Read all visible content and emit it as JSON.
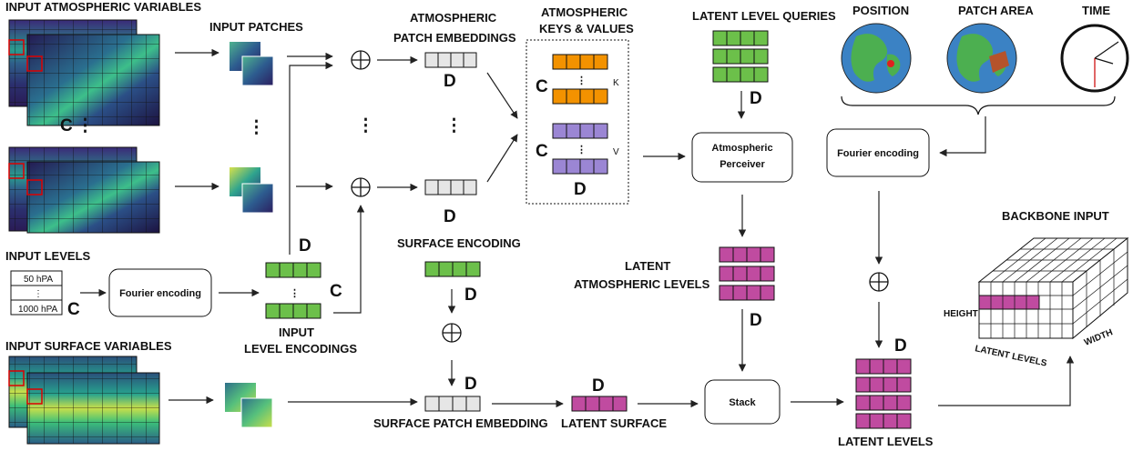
{
  "labels": {
    "input_atmos": "INPUT ATMOSPHERIC VARIABLES",
    "input_patches": "INPUT PATCHES",
    "atm_patch_emb_1": "ATMOSPHERIC",
    "atm_patch_emb_2": "PATCH EMBEDDINGS",
    "atm_kv_1": "ATMOSPHERIC",
    "atm_kv_2": "KEYS & VALUES",
    "latent_queries": "LATENT LEVEL QUERIES",
    "position": "POSITION",
    "patch_area": "PATCH AREA",
    "time": "TIME",
    "input_levels": "INPUT LEVELS",
    "level_50": "50 hPA",
    "level_1000": "1000 hPA",
    "fourier_left": "Fourier encoding",
    "fourier_right": "Fourier encoding",
    "input_level_enc_1": "INPUT",
    "input_level_enc_2": "LEVEL ENCODINGS",
    "surface_encoding": "SURFACE ENCODING",
    "perceiver_1": "Atmospheric",
    "perceiver_2": "Perceiver",
    "latent_atm_1": "LATENT",
    "latent_atm_2": "ATMOSPHERIC LEVELS",
    "input_surface": "INPUT SURFACE VARIABLES",
    "surface_patch_emb": "SURFACE PATCH EMBEDDING",
    "latent_surface": "LATENT SURFACE",
    "stack": "Stack",
    "latent_levels": "LATENT  LEVELS",
    "backbone_input": "BACKBONE INPUT",
    "height": "HEIGHT",
    "latent_levels_axis": "LATENT LEVELS",
    "width": "WIDTH",
    "k": "K",
    "v": "V",
    "C": "C",
    "D": "D",
    "vdots": "⋮"
  },
  "colors": {
    "green": "#6cc04a",
    "orange": "#f39200",
    "purple": "#9b86d4",
    "magenta": "#c04ba0",
    "grey": "#e6e6e6",
    "field_dark": "#2f1a5c",
    "field_teal": "#1f8f8a",
    "field_yellow": "#d6e24a",
    "globe_ocean": "#3b82c4",
    "globe_land": "#4caf50"
  }
}
